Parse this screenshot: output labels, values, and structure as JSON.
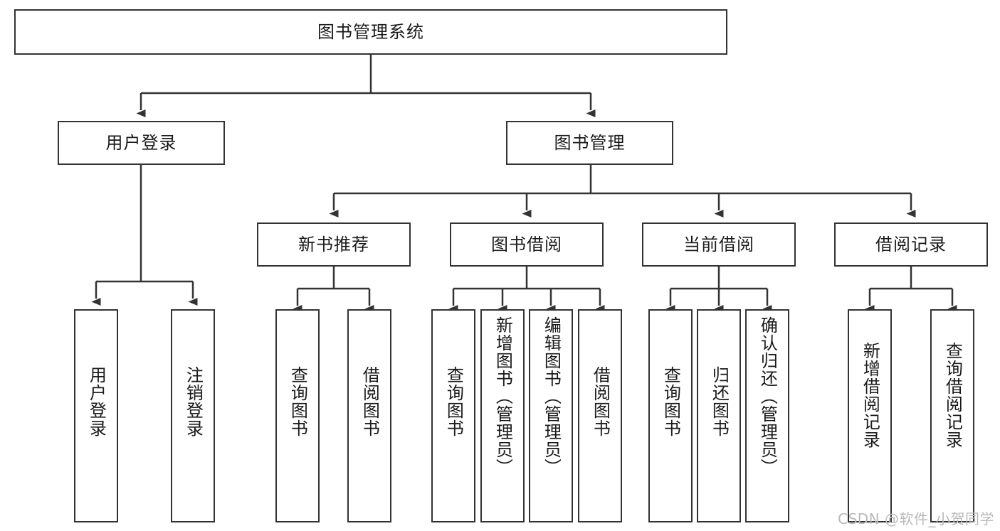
{
  "diagram": {
    "type": "tree-hierarchy",
    "title": "图书管理系统",
    "colors": {
      "box_border": "#333333",
      "box_fill": "#ffffff",
      "connector": "#333333",
      "text": "#1a1a1a",
      "watermark": "#b9b9b9",
      "background": "#ffffff"
    },
    "root": {
      "label": "图书管理系统"
    },
    "level2": [
      {
        "id": "user-login",
        "label": "用户登录"
      },
      {
        "id": "book-management",
        "label": "图书管理"
      }
    ],
    "level3": [
      {
        "id": "new-book-recommend",
        "label": "新书推荐"
      },
      {
        "id": "book-borrow",
        "label": "图书借阅"
      },
      {
        "id": "current-borrow",
        "label": "当前借阅"
      },
      {
        "id": "borrow-record",
        "label": "借阅记录"
      }
    ],
    "leaves": {
      "user_login": [
        {
          "id": "leaf-user-login",
          "label": "用户登录"
        },
        {
          "id": "leaf-logout",
          "label": "注销登录"
        }
      ],
      "new_book_recommend": [
        {
          "id": "leaf-query-book-1",
          "label": "查询图书"
        },
        {
          "id": "leaf-borrow-book-1",
          "label": "借阅图书"
        }
      ],
      "book_borrow": [
        {
          "id": "leaf-query-book-2",
          "label": "查询图书"
        },
        {
          "id": "leaf-add-book",
          "label": "新增图书（管理员）"
        },
        {
          "id": "leaf-edit-book",
          "label": "编辑图书（管理员）"
        },
        {
          "id": "leaf-borrow-book-2",
          "label": "借阅图书"
        }
      ],
      "current_borrow": [
        {
          "id": "leaf-query-book-3",
          "label": "查询图书"
        },
        {
          "id": "leaf-return-book",
          "label": "归还图书"
        },
        {
          "id": "leaf-confirm-return",
          "label": "确认归还（管理员）"
        }
      ],
      "borrow_record": [
        {
          "id": "leaf-add-record",
          "label": "新增借阅记录"
        },
        {
          "id": "leaf-query-record",
          "label": "查询借阅记录"
        }
      ]
    }
  },
  "watermark": {
    "text": "CSDN @软件_小贺同学"
  }
}
